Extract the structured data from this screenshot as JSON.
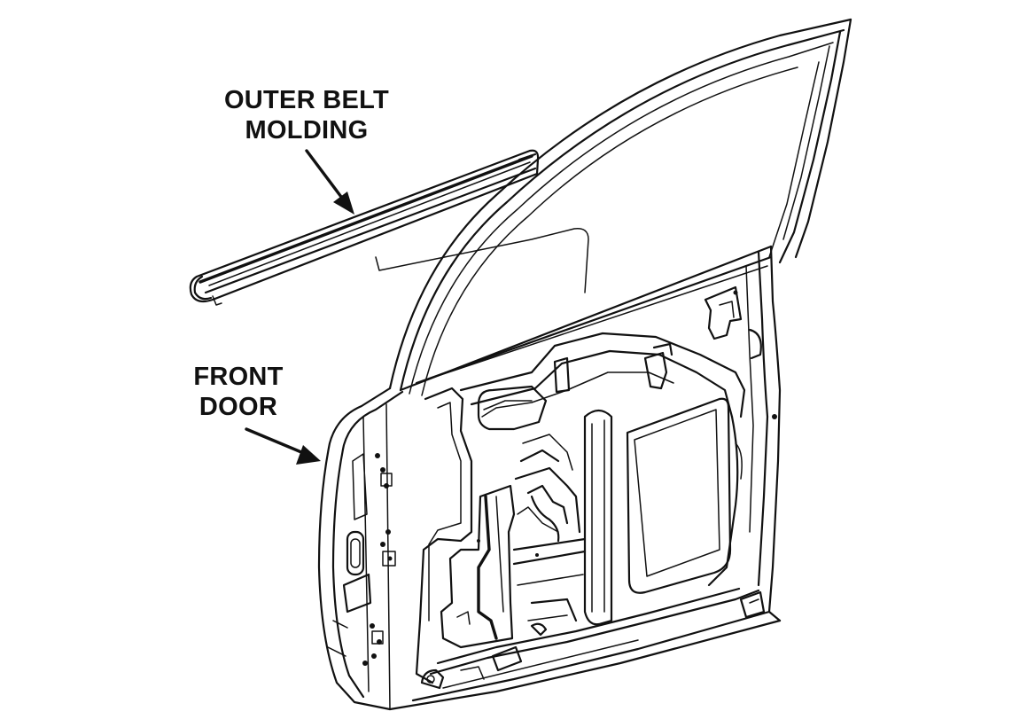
{
  "callouts": {
    "outer_belt_molding": {
      "line1": "OUTER BELT",
      "line2": "MOLDING"
    },
    "front_door": {
      "line1": "FRONT",
      "line2": "DOOR"
    }
  },
  "colors": {
    "ink": "#111111",
    "paper": "#ffffff"
  }
}
